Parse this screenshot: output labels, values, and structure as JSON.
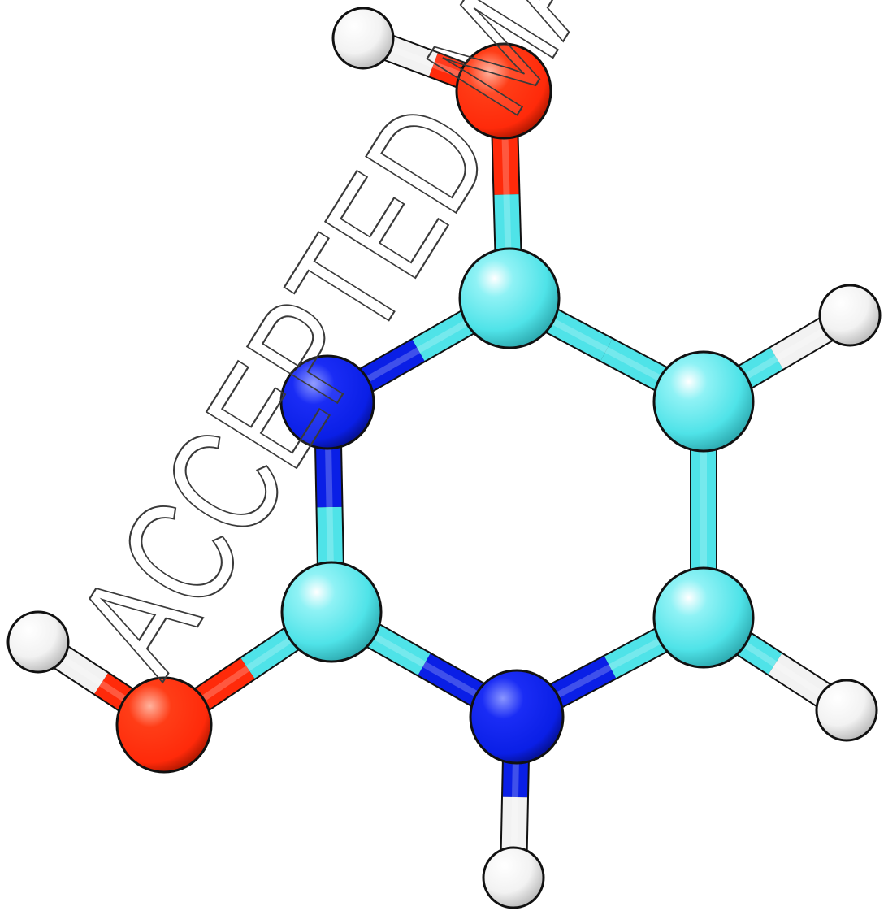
{
  "colors": {
    "background": "#ffffff",
    "carbon": "#4fe3e8",
    "nitrogen": "#0a1fe6",
    "oxygen": "#ff2a0a",
    "hydrogen": "#f2f2f2",
    "outline": "#111111"
  },
  "molecule": {
    "atoms": [
      {
        "id": "H_o_top",
        "element": "H"
      },
      {
        "id": "O_top",
        "element": "O"
      },
      {
        "id": "C_top",
        "element": "C"
      },
      {
        "id": "N_left",
        "element": "N"
      },
      {
        "id": "C_right_top",
        "element": "C"
      },
      {
        "id": "H_right_top",
        "element": "H"
      },
      {
        "id": "C_right_bottom",
        "element": "C"
      },
      {
        "id": "H_right_bottom",
        "element": "H"
      },
      {
        "id": "C_bottom_left",
        "element": "C"
      },
      {
        "id": "O_bottom",
        "element": "O"
      },
      {
        "id": "H_o_bottom",
        "element": "H"
      },
      {
        "id": "N_bottom",
        "element": "N"
      },
      {
        "id": "H_n_bottom",
        "element": "H"
      }
    ],
    "bonds": [
      [
        "H_o_top",
        "O_top"
      ],
      [
        "O_top",
        "C_top"
      ],
      [
        "C_top",
        "N_left"
      ],
      [
        "C_top",
        "C_right_top"
      ],
      [
        "C_right_top",
        "H_right_top"
      ],
      [
        "C_right_top",
        "C_right_bottom"
      ],
      [
        "C_right_bottom",
        "H_right_bottom"
      ],
      [
        "C_right_bottom",
        "N_bottom"
      ],
      [
        "N_bottom",
        "H_n_bottom"
      ],
      [
        "N_bottom",
        "C_bottom_left"
      ],
      [
        "C_bottom_left",
        "N_left"
      ],
      [
        "C_bottom_left",
        "O_bottom"
      ],
      [
        "O_bottom",
        "H_o_bottom"
      ]
    ]
  },
  "watermark": {
    "text": "ACCEPTED MANUSCRIPT"
  }
}
